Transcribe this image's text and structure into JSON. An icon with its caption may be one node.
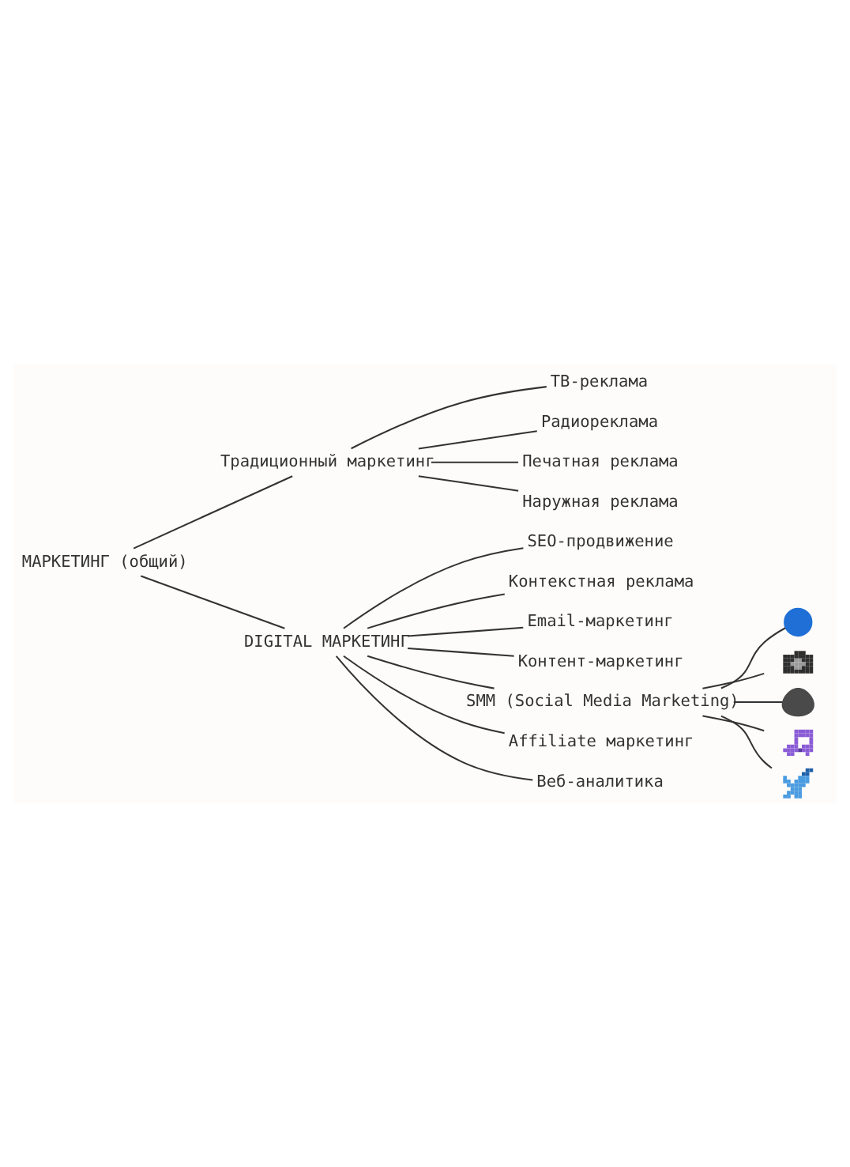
{
  "diagram": {
    "nodes": [
      {
        "text": [
          "МАРКЕТИНГ (общий)"
        ]
      },
      {
        "text": [
          "Традиционный маркетинг"
        ]
      },
      {
        "text": [
          "ТВ-реклама"
        ]
      },
      {
        "text": [
          "Радиореклама"
        ]
      },
      {
        "text": [
          "Печатная реклама"
        ]
      },
      {
        "text": [
          "Наружная реклама"
        ]
      },
      {
        "text": [
          "DIGITAL МАРКЕТИНГ"
        ]
      },
      {
        "text": [
          "SEO-продвижение"
        ]
      },
      {
        "text": [
          "Контекстная реклама"
        ]
      },
      {
        "text": [
          "Email-маркетинг"
        ]
      },
      {
        "text": [
          "Контент-маркетинг"
        ]
      },
      {
        "text": [
          "SMM (Social Media Marketing)"
        ]
      },
      {
        "text": [],
        "shape": "circle"
      },
      {
        "text": [],
        "shape": "picture"
      },
      {
        "text": [],
        "shape": "person"
      },
      {
        "text": [],
        "shape": "picture"
      },
      {
        "text": [],
        "shape": "picture"
      },
      {
        "text": [
          "Affiliate маркетинг"
        ]
      },
      {
        "text": [
          "Веб-аналитика"
        ]
      }
    ],
    "edges": [
      {
        "from": 0,
        "to": 1,
        "arrow": "none"
      },
      {
        "from": 1,
        "to": 2,
        "arrow": "none"
      },
      {
        "from": 1,
        "to": 3,
        "arrow": "none"
      },
      {
        "from": 1,
        "to": 4,
        "arrow": "none"
      },
      {
        "from": 1,
        "to": 5,
        "arrow": "none"
      },
      {
        "from": 0,
        "to": 6,
        "arrow": "none"
      },
      {
        "from": 6,
        "to": 7,
        "arrow": "none"
      },
      {
        "from": 6,
        "to": 8,
        "arrow": "none"
      },
      {
        "from": 6,
        "to": 9,
        "arrow": "none"
      },
      {
        "from": 6,
        "to": 10,
        "arrow": "none"
      },
      {
        "from": 6,
        "to": 11,
        "arrow": "none"
      },
      {
        "from": 11,
        "to": 12,
        "arrow": "none"
      },
      {
        "from": 11,
        "to": 13,
        "arrow": "none"
      },
      {
        "from": 11,
        "to": 14,
        "arrow": "none"
      },
      {
        "from": 11,
        "to": 15,
        "arrow": "none"
      },
      {
        "from": 11,
        "to": 16,
        "arrow": "none"
      },
      {
        "from": 6,
        "to": 17,
        "arrow": "none"
      },
      {
        "from": 6,
        "to": 18,
        "arrow": "none"
      }
    ]
  }
}
